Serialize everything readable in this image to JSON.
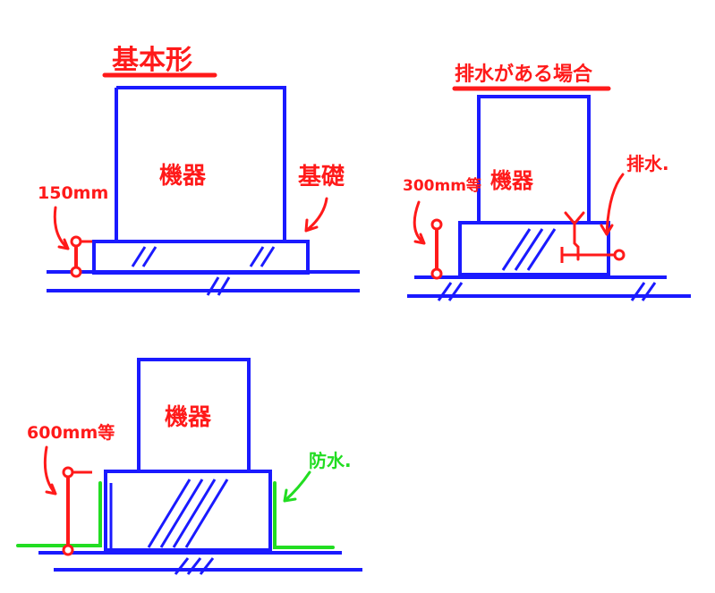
{
  "colors": {
    "blue": "#1a1aff",
    "red": "#ff1a1a",
    "green": "#22dd22"
  },
  "diagram1": {
    "title": "基本形",
    "machine": "機器",
    "base": "基礎",
    "dimension": "150mm"
  },
  "diagram2": {
    "title": "排水がある場合",
    "machine": "機器",
    "drain": "排水.",
    "dimension": "300mm等"
  },
  "diagram3": {
    "machine": "機器",
    "waterproof": "防水.",
    "dimension": "600mm等"
  }
}
